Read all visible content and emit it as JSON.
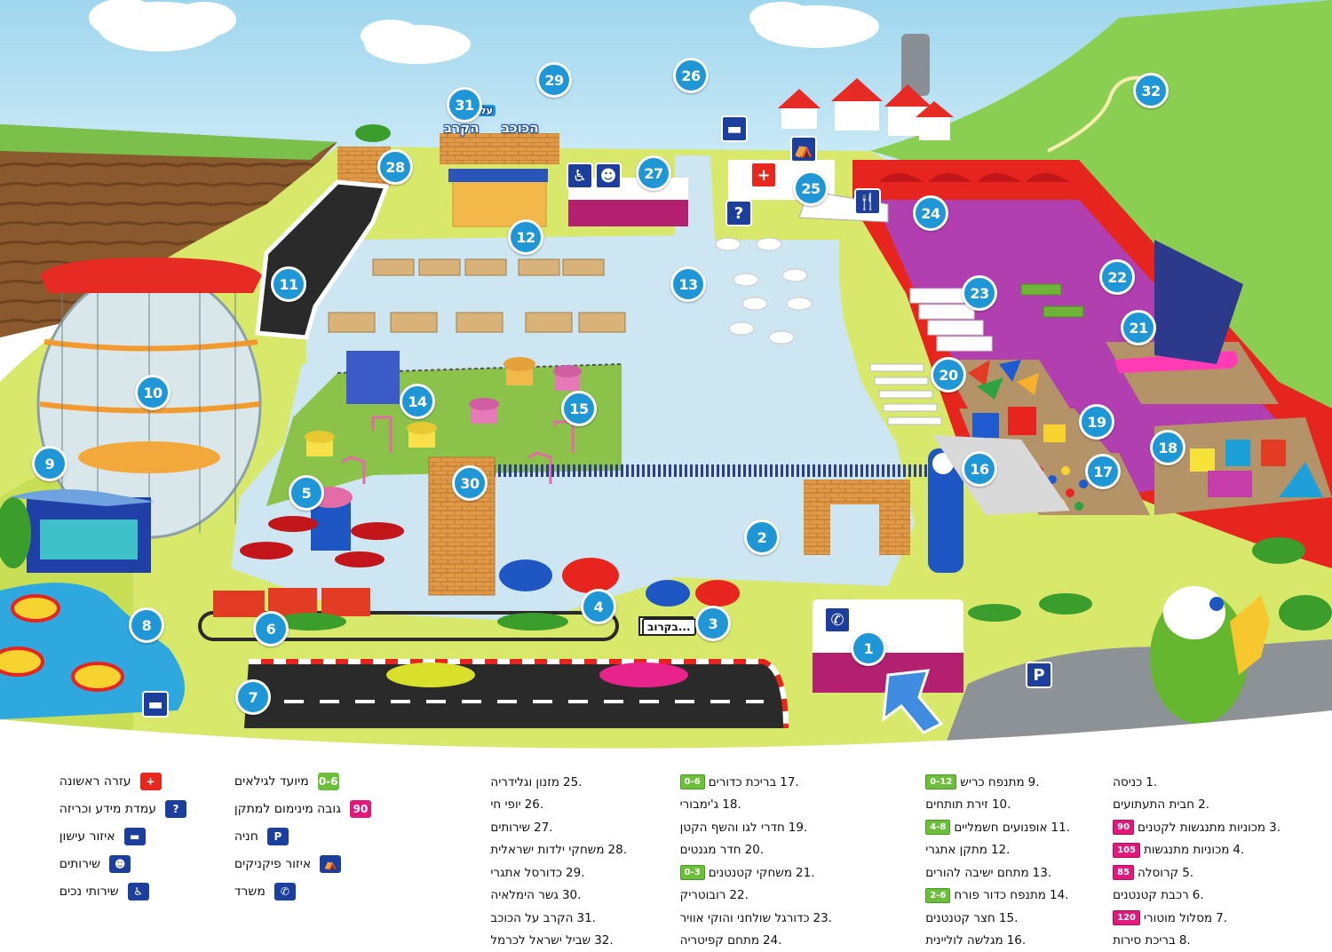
{
  "map": {
    "markers": [
      {
        "n": "1"
      },
      {
        "n": "2"
      },
      {
        "n": "3"
      },
      {
        "n": "4"
      },
      {
        "n": "5"
      },
      {
        "n": "6"
      },
      {
        "n": "7"
      },
      {
        "n": "8"
      },
      {
        "n": "9"
      },
      {
        "n": "10"
      },
      {
        "n": "11"
      },
      {
        "n": "12"
      },
      {
        "n": "13"
      },
      {
        "n": "14"
      },
      {
        "n": "15"
      },
      {
        "n": "16"
      },
      {
        "n": "17"
      },
      {
        "n": "18"
      },
      {
        "n": "19"
      },
      {
        "n": "20"
      },
      {
        "n": "21"
      },
      {
        "n": "22"
      },
      {
        "n": "23"
      },
      {
        "n": "24"
      },
      {
        "n": "25"
      },
      {
        "n": "26"
      },
      {
        "n": "27"
      },
      {
        "n": "28"
      },
      {
        "n": "29"
      },
      {
        "n": "30"
      },
      {
        "n": "31"
      },
      {
        "n": "32"
      }
    ],
    "coming_soon": "בקרוב...",
    "logo_line1": "הקרב",
    "logo_line2": "הכוכב",
    "logo_sign": "על",
    "parking_glyph": "P",
    "info_glyph": "?",
    "first_aid_glyph": "+"
  },
  "legend": {
    "columns": [
      {
        "items": [
          {
            "num": "1.",
            "label": "כניסה",
            "tag": "",
            "tag_type": ""
          },
          {
            "num": "2.",
            "label": "חבית התעתועים",
            "tag": "",
            "tag_type": ""
          },
          {
            "num": "3.",
            "label": "מכוניות מתנגשות לקטנים",
            "tag": "90",
            "tag_type": "h"
          },
          {
            "num": "4.",
            "label": "מכוניות מתנגשות",
            "tag": "105",
            "tag_type": "h"
          },
          {
            "num": "5.",
            "label": "קרוסלה",
            "tag": "85",
            "tag_type": "h"
          },
          {
            "num": "6.",
            "label": "רכבת קטנטנים",
            "tag": "",
            "tag_type": ""
          },
          {
            "num": "7.",
            "label": "מסלול מוטורי",
            "tag": "120",
            "tag_type": "h"
          },
          {
            "num": "8.",
            "label": "בריכת סירות",
            "tag": "",
            "tag_type": ""
          }
        ]
      },
      {
        "items": [
          {
            "num": "9.",
            "label": "מתנפח כריש",
            "tag": "0-12",
            "tag_type": "age"
          },
          {
            "num": "10.",
            "label": "זירת תותחים",
            "tag": "",
            "tag_type": ""
          },
          {
            "num": "11.",
            "label": "אופנועים חשמליים",
            "tag": "4-8",
            "tag_type": "age"
          },
          {
            "num": "12.",
            "label": "מתקן אתגרי",
            "tag": "",
            "tag_type": ""
          },
          {
            "num": "13.",
            "label": "מתחם ישיבה להורים",
            "tag": "",
            "tag_type": ""
          },
          {
            "num": "14.",
            "label": "מתנפח כדור פורח",
            "tag": "2-6",
            "tag_type": "age"
          },
          {
            "num": "15.",
            "label": "חצר קטנטנים",
            "tag": "",
            "tag_type": ""
          },
          {
            "num": "16.",
            "label": "מגלשה לוליינית",
            "tag": "",
            "tag_type": ""
          }
        ]
      },
      {
        "items": [
          {
            "num": "17.",
            "label": "בריכת כדורים",
            "tag": "0-6",
            "tag_type": "age"
          },
          {
            "num": "18.",
            "label": "ג'ימבורי",
            "tag": "",
            "tag_type": ""
          },
          {
            "num": "19.",
            "label": "חדרי לגו והשף הקטן",
            "tag": "",
            "tag_type": ""
          },
          {
            "num": "20.",
            "label": "חדר מגנטים",
            "tag": "",
            "tag_type": ""
          },
          {
            "num": "21.",
            "label": "משחקי קטנטנים",
            "tag": "0-3",
            "tag_type": "age"
          },
          {
            "num": "22.",
            "label": "רובוטריק",
            "tag": "",
            "tag_type": ""
          },
          {
            "num": "23.",
            "label": "כדורגל שולחני והוקי אוויר",
            "tag": "",
            "tag_type": ""
          },
          {
            "num": "24.",
            "label": "מתחם קפיטריה",
            "tag": "",
            "tag_type": ""
          }
        ]
      },
      {
        "items": [
          {
            "num": "25.",
            "label": "מזנון וגלידריה",
            "tag": "",
            "tag_type": ""
          },
          {
            "num": "26.",
            "label": "יופי חי",
            "tag": "",
            "tag_type": ""
          },
          {
            "num": "27.",
            "label": "שירותים",
            "tag": "",
            "tag_type": ""
          },
          {
            "num": "28.",
            "label": "משחקי ילדות ישראלית",
            "tag": "",
            "tag_type": ""
          },
          {
            "num": "29.",
            "label": "כדורסל אתגרי",
            "tag": "",
            "tag_type": ""
          },
          {
            "num": "30.",
            "label": "גשר הימלאיה",
            "tag": "",
            "tag_type": ""
          },
          {
            "num": "31.",
            "label": "הקרב על הכוכב",
            "tag": "",
            "tag_type": ""
          },
          {
            "num": "32.",
            "label": "שביל ישראל לכרמל",
            "tag": "",
            "tag_type": ""
          }
        ]
      }
    ],
    "key_right": [
      {
        "icon": "0-6",
        "label": "מיועד לגילאים",
        "color": "#6cbf3a",
        "icon_name": "age-range-icon"
      },
      {
        "icon": "90",
        "label": "גובה מינימום למתקן",
        "color": "#e0197d",
        "icon_name": "min-height-icon"
      },
      {
        "icon": "P",
        "label": "חניה",
        "color": "#1c3f9e",
        "icon_name": "parking-icon"
      },
      {
        "icon": "⛺",
        "label": "איזור פיקניקים",
        "color": "#1c3f9e",
        "icon_name": "picnic-table-icon"
      },
      {
        "icon": "✆",
        "label": "משרד",
        "color": "#1c3f9e",
        "icon_name": "office-phone-icon"
      }
    ],
    "key_left": [
      {
        "icon": "+",
        "label": "עזרה ראשונה",
        "color": "#e6281e",
        "icon_name": "first-aid-icon"
      },
      {
        "icon": "?",
        "label": "עמדת מידע וכריזה",
        "color": "#1c3f9e",
        "icon_name": "info-desk-icon"
      },
      {
        "icon": "▬",
        "label": "איזור עישון",
        "color": "#1c3f9e",
        "icon_name": "smoking-area-icon"
      },
      {
        "icon": "☻",
        "label": "שירותים",
        "color": "#1c3f9e",
        "icon_name": "restrooms-icon"
      },
      {
        "icon": "♿",
        "label": "שירותי נכים",
        "color": "#1c3f9e",
        "icon_name": "accessible-restroom-icon"
      }
    ]
  }
}
